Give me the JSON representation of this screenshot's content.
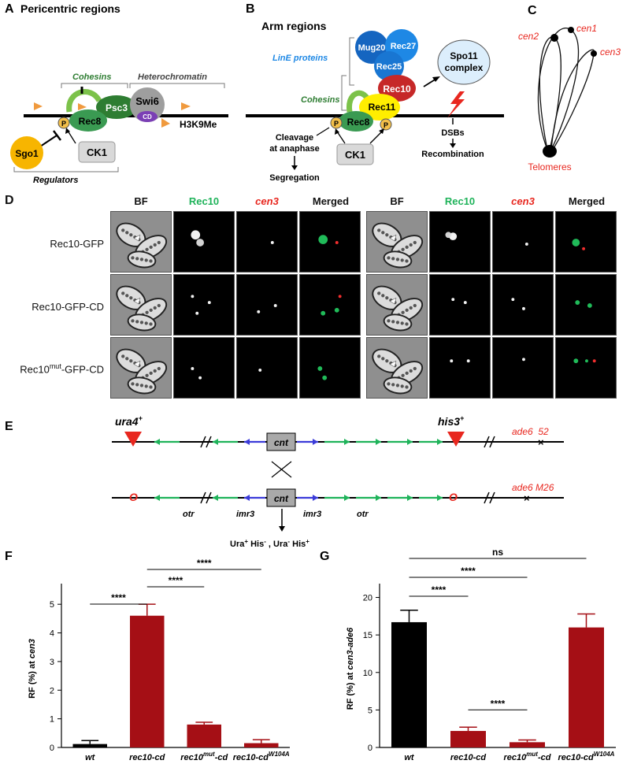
{
  "panelA": {
    "letter": "A",
    "title": "Pericentric regions",
    "cohesins": "Cohesins",
    "heterochromatin": "Heterochromatin",
    "psc3": "Psc3",
    "rec8": "Rec8",
    "swi6": "Swi6",
    "cd": "CD",
    "p": "P",
    "h3k9me": "H3K9Me",
    "sgo1": "Sgo1",
    "ck1": "CK1",
    "regulators": "Regulators"
  },
  "panelB": {
    "letter": "B",
    "title": "Arm regions",
    "line_proteins": "LinE proteins",
    "mug20": "Mug20",
    "rec27": "Rec27",
    "rec25": "Rec25",
    "rec10": "Rec10",
    "spo11_line1": "Spo11",
    "spo11_line2": "complex",
    "cohesins": "Cohesins",
    "rec11": "Rec11",
    "rec8": "Rec8",
    "p": "P",
    "cleavage_line1": "Cleavage",
    "cleavage_line2": "at anaphase",
    "ck1": "CK1",
    "segregation": "Segregation",
    "dsbs": "DSBs",
    "recombination": "Recombination"
  },
  "panelC": {
    "letter": "C",
    "cen1": "cen1",
    "cen2": "cen2",
    "cen3": "cen3",
    "telomeres": "Telomeres"
  },
  "panelD": {
    "letter": "D",
    "columns": [
      "BF",
      "Rec10",
      "cen3",
      "Merged"
    ],
    "rows": [
      "Rec10-GFP",
      "Rec10-GFP-CD",
      "-GFP-CD"
    ],
    "row3_base": "Rec10",
    "row3_sup": "mut"
  },
  "panelE": {
    "letter": "E",
    "ura4": "ura4",
    "his3": "his3",
    "plus": "+",
    "cnt": "cnt",
    "ade6_52": "ade6  52",
    "ade6_m26": "ade6 M26",
    "o": "O",
    "otr": "otr",
    "imr3": "imr3",
    "result_ura": "Ura",
    "result_his": " His",
    "result_sep": " , ",
    "result_ura2": "Ura",
    "result_his2": " His",
    "minus": "-"
  },
  "colors": {
    "dark_red": "#a50f15",
    "black": "#000000",
    "red_text": "#e8271f",
    "cohesin_green": "#2e7d32",
    "line_blue": "#1e88e5",
    "arrow_green": "#1fb35a",
    "arrow_blue": "#3b3bd9",
    "sgo1": "#f7b500",
    "rec11": "#ffee00",
    "rec10": "#c62828"
  },
  "chart_data": [
    {
      "panel": "F",
      "type": "bar",
      "ylabel": "RF (%) at cen3",
      "ylabel_plain": "RF (%) at ",
      "ylabel_italic": "cen3",
      "categories": [
        "wt",
        "rec10-cd",
        "rec10-cd",
        "rec10-cd"
      ],
      "category_sups": [
        "",
        "",
        "mut",
        "W104A"
      ],
      "category_bases": [
        "wt",
        "rec10-cd",
        "rec10",
        "rec10-cd"
      ],
      "category_tails": [
        "",
        "",
        "-cd",
        ""
      ],
      "values": [
        0.12,
        4.6,
        0.8,
        0.15
      ],
      "errors": [
        0.12,
        0.4,
        0.08,
        0.12
      ],
      "colors": [
        "#000000",
        "#a50f15",
        "#a50f15",
        "#a50f15"
      ],
      "ylim": [
        0,
        5.5
      ],
      "yticks": [
        0,
        1,
        2,
        3,
        4,
        5
      ],
      "significance": [
        {
          "from": 0,
          "to": 1,
          "label": "****",
          "level": 0
        },
        {
          "from": 1,
          "to": 2,
          "label": "****",
          "level": 1
        },
        {
          "from": 1,
          "to": 3,
          "label": "****",
          "level": 2
        }
      ]
    },
    {
      "panel": "G",
      "type": "bar",
      "ylabel": "RF (%) at cen3-ade6",
      "ylabel_plain": "RF (%) at ",
      "ylabel_italic": "cen3-ade6",
      "categories": [
        "wt",
        "rec10-cd",
        "rec10-cd",
        "rec10-cd"
      ],
      "category_sups": [
        "",
        "",
        "mut",
        "W104A"
      ],
      "category_bases": [
        "wt",
        "rec10-cd",
        "rec10",
        "rec10-cd"
      ],
      "category_tails": [
        "",
        "",
        "-cd",
        ""
      ],
      "values": [
        16.7,
        2.2,
        0.7,
        16.0
      ],
      "errors": [
        1.6,
        0.5,
        0.3,
        1.8
      ],
      "colors": [
        "#000000",
        "#a50f15",
        "#a50f15",
        "#a50f15"
      ],
      "ylim": [
        0,
        21
      ],
      "yticks": [
        0,
        5,
        10,
        15,
        20
      ],
      "significance": [
        {
          "from": 1,
          "to": 2,
          "label": "****",
          "level": -1
        },
        {
          "from": 0,
          "to": 1,
          "label": "****",
          "level": 0
        },
        {
          "from": 0,
          "to": 2,
          "label": "****",
          "level": 1
        },
        {
          "from": 0,
          "to": 3,
          "label": "ns",
          "level": 2
        }
      ]
    }
  ]
}
